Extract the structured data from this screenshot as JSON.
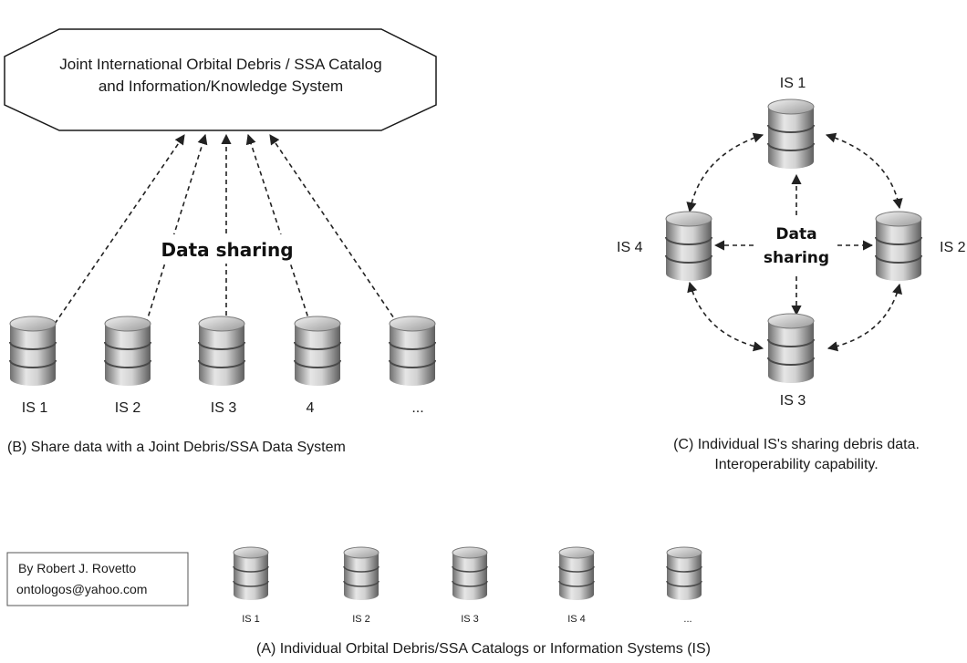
{
  "joint_system": {
    "line1": "Joint International Orbital Debris / SSA Catalog",
    "line2": "and Information/Knowledge System"
  },
  "panel_b": {
    "sharing_label": "Data sharing",
    "db_labels": [
      "IS 1",
      "IS 2",
      "IS 3",
      "4",
      "..."
    ],
    "caption": "(B) Share data with a Joint Debris/SSA Data System"
  },
  "panel_c": {
    "db_labels": [
      "IS 1",
      "IS 2",
      "IS 3",
      "IS 4"
    ],
    "sharing_line1": "Data",
    "sharing_line2": "sharing",
    "caption_line1": "(C) Individual IS's sharing debris data.",
    "caption_line2": "Interoperability capability."
  },
  "panel_a": {
    "db_labels": [
      "IS 1",
      "IS 2",
      "IS 3",
      "IS 4",
      "..."
    ],
    "caption": "(A) Individual Orbital Debris/SSA Catalogs or Information Systems (IS)"
  },
  "author": {
    "name": "By Robert J. Rovetto",
    "email": "ontologos@yahoo.com"
  },
  "colors": {
    "cylinder_light": "#e4e4e4",
    "cylinder_dark": "#6e6e6e",
    "line": "#222222"
  }
}
